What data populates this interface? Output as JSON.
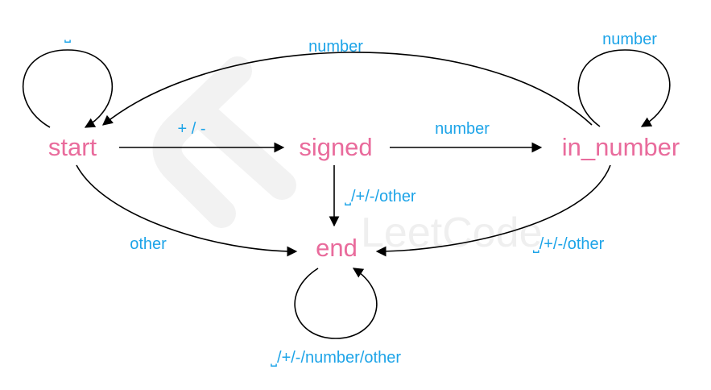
{
  "colors": {
    "state": "#e96b9c",
    "label": "#1da4e8",
    "edge": "#000000"
  },
  "watermark": {
    "text": "LeetCode"
  },
  "states": {
    "start": "start",
    "signed": "signed",
    "in_number": "in_number",
    "end": "end"
  },
  "edges": {
    "start_self": "⎵",
    "start_to_in_number": "number",
    "in_number_self": "number",
    "start_to_signed": "+ / -",
    "signed_to_in_number": "number",
    "signed_to_end": "⎵/+/-/other",
    "start_to_end": "other",
    "in_number_to_end": "⎵/+/-/other",
    "end_self": "⎵/+/-/number/other"
  }
}
